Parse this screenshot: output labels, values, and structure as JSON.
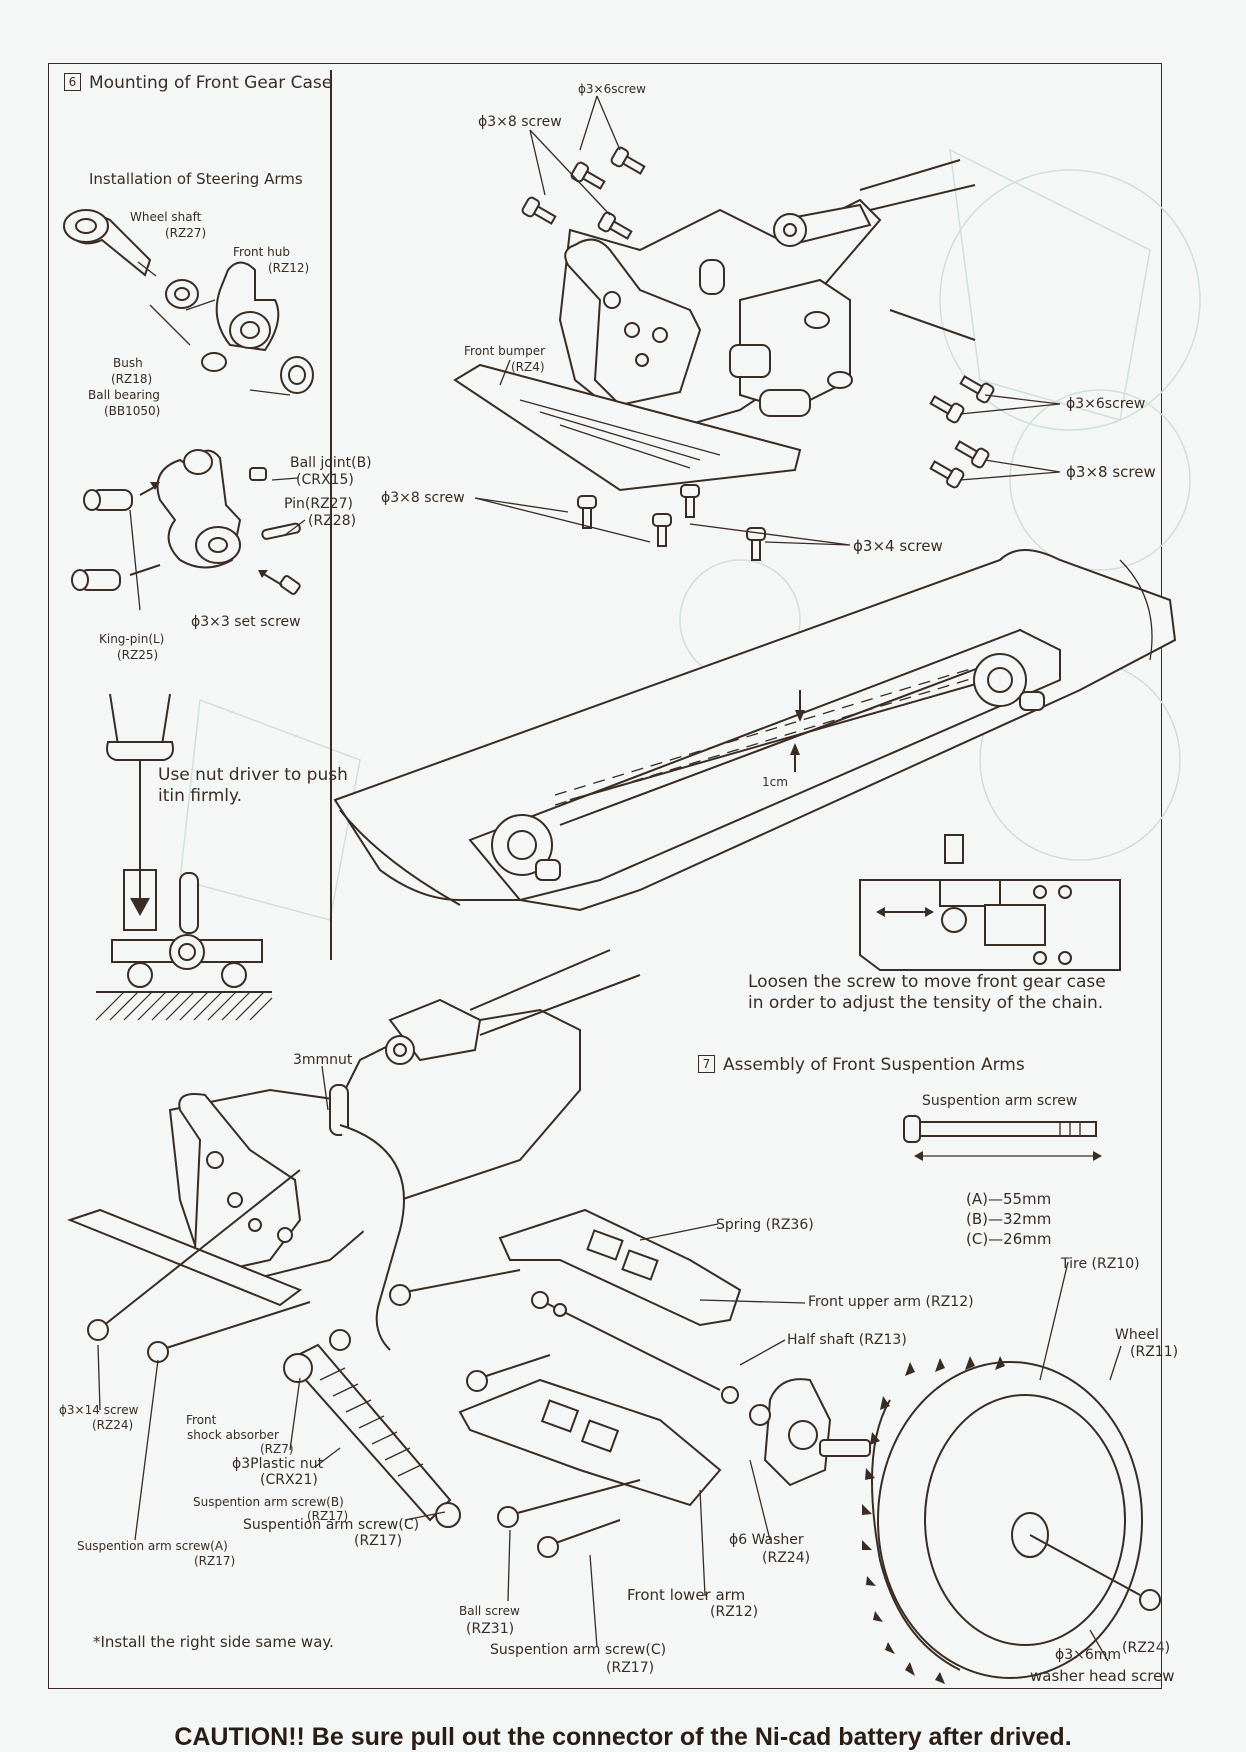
{
  "section6": {
    "number": "6",
    "title": "Mounting of Front Gear Case",
    "steering_title": "Installation of Steering Arms",
    "labels": {
      "wheel_shaft": "Wheel shaft",
      "wheel_shaft_code": "(RZ27)",
      "front_hub": "Front hub",
      "front_hub_code": "(RZ12)",
      "bush": "Bush",
      "bush_code": "(RZ18)",
      "ball_bearing": "Ball bearing",
      "ball_bearing_code": "(BB1050)",
      "ball_joint": "Ball joint(B)",
      "ball_joint_code": "(CRX15)",
      "pin": "Pin(RZ27)",
      "pin_code": "(RZ28)",
      "set_screw": "ϕ3×3 set screw",
      "king_pin": "King-pin(L)",
      "king_pin_code": "(RZ25)",
      "nut_driver_1": "Use nut driver to push",
      "nut_driver_2": "itin firmly.",
      "screw_3x6_top": "ϕ3×6screw",
      "screw_3x8_top": "ϕ3×8 screw",
      "front_bumper": "Front bumper",
      "front_bumper_code": "(RZ4)",
      "screw_3x8_left": "ϕ3×8 screw",
      "screw_3x6_right": "ϕ3×6screw",
      "screw_3x8_right": "ϕ3×8 screw",
      "screw_3x4": "ϕ3×4 screw",
      "one_cm": "1cm",
      "loosen_1": "Loosen the screw to move front gear case",
      "loosen_2": "in order to adjust the tensity of the chain."
    }
  },
  "section7": {
    "number": "7",
    "title": "Assembly of Front Suspention Arms",
    "screw_title": "Suspention arm screw",
    "lengths": [
      "(A)—55mm",
      "(B)—32mm",
      "(C)—26mm"
    ],
    "labels": {
      "nut_3mm": "3mmnut",
      "spring": "Spring (RZ36)",
      "tire": "Tire (RZ10)",
      "front_upper_arm": "Front upper arm (RZ12)",
      "half_shaft": "Half shaft (RZ13)",
      "wheel": "Wheel",
      "wheel_code": "(RZ11)",
      "screw_3x14": "ϕ3×14 screw",
      "screw_3x14_code": "(RZ24)",
      "front_shock_1": "Front",
      "front_shock_2": "shock absorber",
      "front_shock_code": "(RZ7)",
      "plastic_nut": "ϕ3Plastic nut",
      "plastic_nut_code": "(CRX21)",
      "arm_screw_b": "Suspention arm screw(B)",
      "arm_screw_b_code": "(RZ17)",
      "arm_screw_c": "Suspention arm screw(C)",
      "arm_screw_c_code": "(RZ17)",
      "arm_screw_a": "Suspention arm screw(A)",
      "arm_screw_a_code": "(RZ17)",
      "washer": "ϕ6 Washer",
      "washer_code": "(RZ24)",
      "front_lower_arm": "Front lower arm",
      "front_lower_arm_code": "(RZ12)",
      "ball_screw": "Ball screw",
      "ball_screw_code": "(RZ31)",
      "arm_screw_c2": "Suspention arm screw(C)",
      "arm_screw_c2_code": "(RZ17)",
      "install_note": "*Install the right side same way.",
      "washer_head_1": "ϕ3×6mm",
      "washer_head_code": "(RZ24)",
      "washer_head_2": "washer head screw"
    }
  },
  "caution": "CAUTION!! Be sure pull out the connector of the Ni-cad battery after drived."
}
